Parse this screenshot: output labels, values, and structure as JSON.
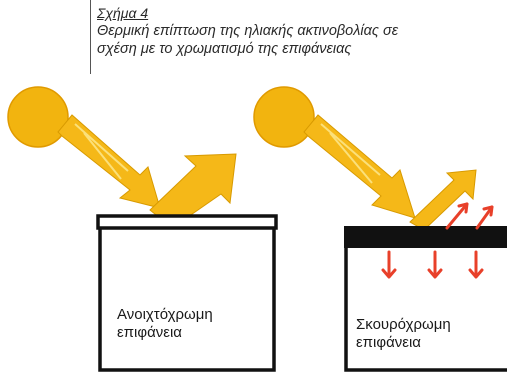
{
  "caption": {
    "figure_label": "Σχήμα 4",
    "title_line1": "Θερμική επίπτωση της ηλιακής ακτινοβολίας σε",
    "title_line2": "σχέση με το χρωματισμό της επιφάνειας"
  },
  "panels": {
    "light": {
      "label_line1": "Ανοιχτόχρωμη",
      "label_line2": "επιφάνεια"
    },
    "dark": {
      "label_line1": "Σκουρόχρωμη",
      "label_line2": "επιφάνεια"
    }
  },
  "colors": {
    "sun": "#f2b40f",
    "sun_edge": "#e09a00",
    "light_arrow": "#f5b818",
    "heat_arrow": "#e8402a",
    "box_stroke": "#111111"
  }
}
